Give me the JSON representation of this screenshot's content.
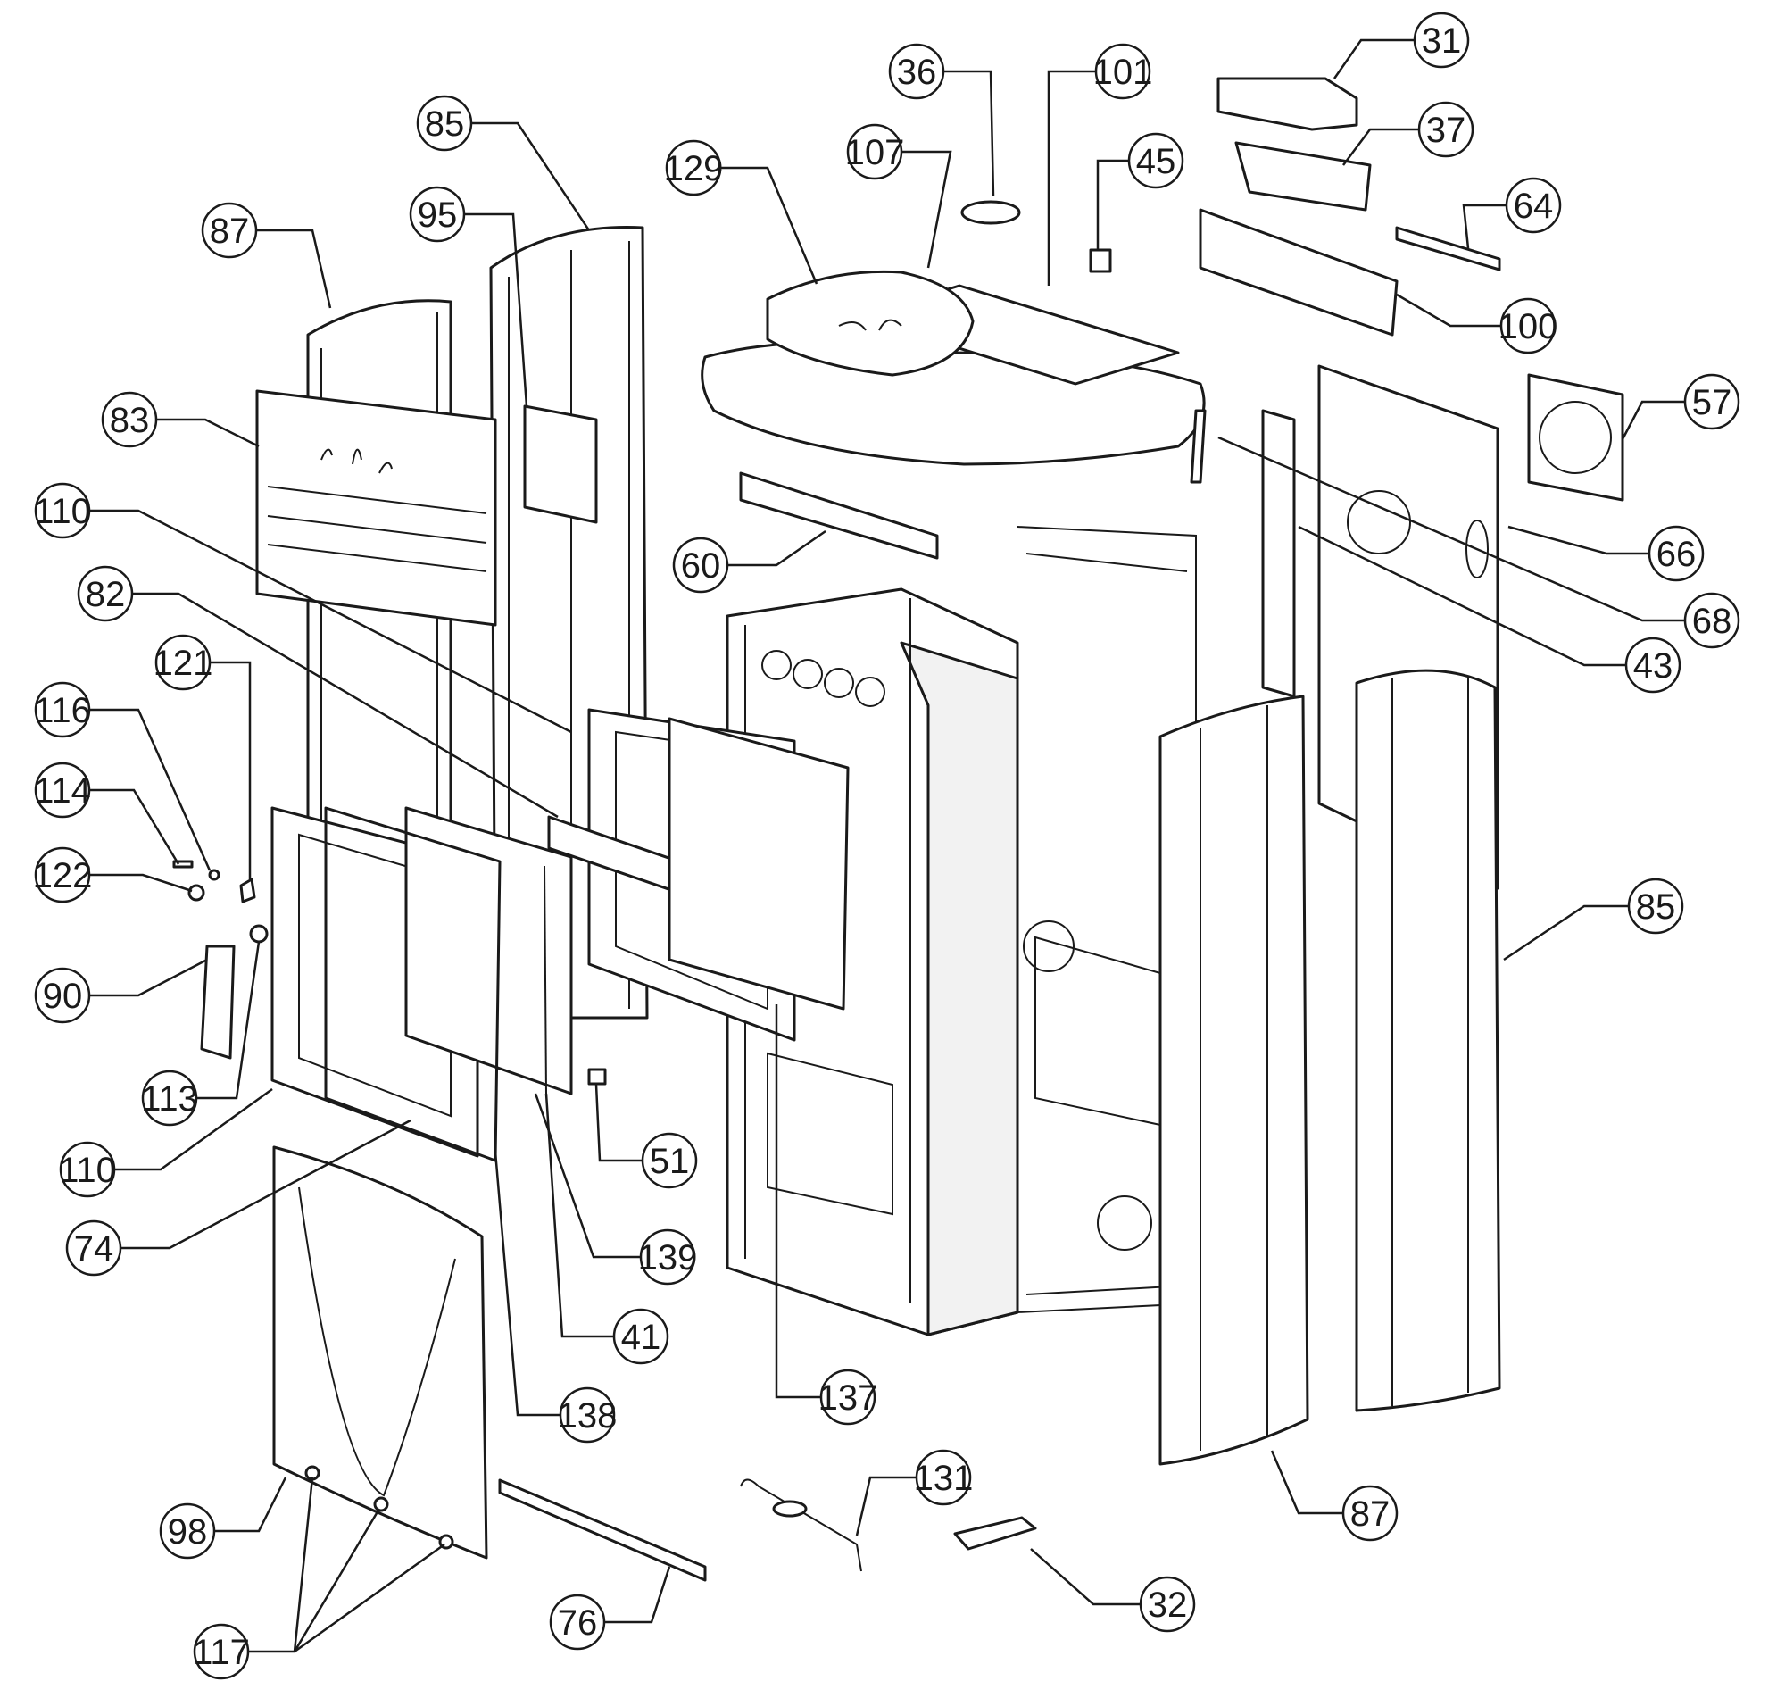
{
  "callouts": [
    {
      "id": "c31",
      "label": "31"
    },
    {
      "id": "c36",
      "label": "36"
    },
    {
      "id": "c101",
      "label": "101"
    },
    {
      "id": "c37",
      "label": "37"
    },
    {
      "id": "c85a",
      "label": "85"
    },
    {
      "id": "c129",
      "label": "129"
    },
    {
      "id": "c107",
      "label": "107"
    },
    {
      "id": "c45",
      "label": "45"
    },
    {
      "id": "c64",
      "label": "64"
    },
    {
      "id": "c87a",
      "label": "87"
    },
    {
      "id": "c95",
      "label": "95"
    },
    {
      "id": "c100",
      "label": "100"
    },
    {
      "id": "c57",
      "label": "57"
    },
    {
      "id": "c83",
      "label": "83"
    },
    {
      "id": "c66",
      "label": "66"
    },
    {
      "id": "c110a",
      "label": "110"
    },
    {
      "id": "c60",
      "label": "60"
    },
    {
      "id": "c68",
      "label": "68"
    },
    {
      "id": "c82",
      "label": "82"
    },
    {
      "id": "c43",
      "label": "43"
    },
    {
      "id": "c121",
      "label": "121"
    },
    {
      "id": "c116",
      "label": "116"
    },
    {
      "id": "c114",
      "label": "114"
    },
    {
      "id": "c122",
      "label": "122"
    },
    {
      "id": "c85b",
      "label": "85"
    },
    {
      "id": "c90",
      "label": "90"
    },
    {
      "id": "c113",
      "label": "113"
    },
    {
      "id": "c51",
      "label": "51"
    },
    {
      "id": "c110b",
      "label": "110"
    },
    {
      "id": "c139",
      "label": "139"
    },
    {
      "id": "c74",
      "label": "74"
    },
    {
      "id": "c41",
      "label": "41"
    },
    {
      "id": "c138",
      "label": "138"
    },
    {
      "id": "c137",
      "label": "137"
    },
    {
      "id": "c131",
      "label": "131"
    },
    {
      "id": "c87b",
      "label": "87"
    },
    {
      "id": "c98",
      "label": "98"
    },
    {
      "id": "c32",
      "label": "32"
    },
    {
      "id": "c76",
      "label": "76"
    },
    {
      "id": "c117",
      "label": "117"
    }
  ]
}
